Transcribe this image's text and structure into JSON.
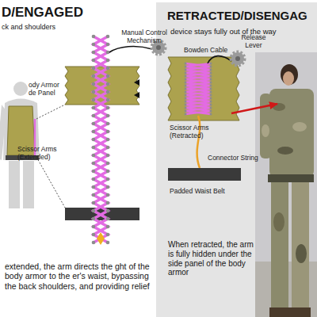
{
  "diagram": {
    "nodes": [
      {
        "text": [
          "D/ENGAGED",
          "ck and shoulders",
          "extended, the arm directs the ght of the body armor to the er's waist, bypassing the back shoulders, and providing relief"
        ]
      },
      {
        "text": [
          "RETRACTED/DISENGAG",
          "device stays fully out of the way",
          "When retracted, the arm is fully hidden under the side panel of the body armor"
        ]
      }
    ],
    "labels": [
      "Manual Control Mechanism",
      "ody Armor de Panel",
      "Scissor Arms (Extended)",
      "Release Lever",
      "Bowden Cable",
      "Scissor Arms (Retracted)",
      "Connector String",
      "Padded Waist Belt"
    ]
  }
}
